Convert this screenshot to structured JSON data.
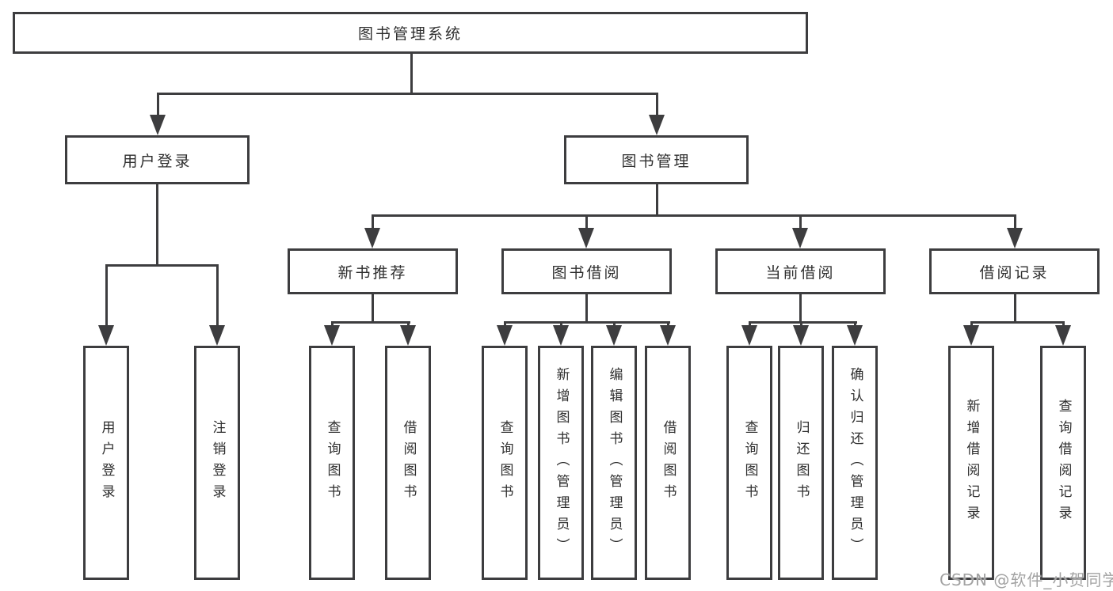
{
  "colors": {
    "background": "#ffffff",
    "line": "#3d3d3f",
    "box_border": "#3d3d3f",
    "text": "#2e2e2e",
    "watermark": "#a3a3a3"
  },
  "tree": {
    "root": {
      "label": "图书管理系统"
    },
    "branches": [
      {
        "label": "用户登录",
        "children": [
          {
            "label": "用户登录"
          },
          {
            "label": "注销登录"
          }
        ]
      },
      {
        "label": "图书管理",
        "children": [
          {
            "label": "新书推荐",
            "children": [
              {
                "label": "查询图书"
              },
              {
                "label": "借阅图书"
              }
            ]
          },
          {
            "label": "图书借阅",
            "children": [
              {
                "label": "查询图书"
              },
              {
                "label": "新增图书（管理员）"
              },
              {
                "label": "编辑图书（管理员）"
              },
              {
                "label": "借阅图书"
              }
            ]
          },
          {
            "label": "当前借阅",
            "children": [
              {
                "label": "查询图书"
              },
              {
                "label": "归还图书"
              },
              {
                "label": "确认归还（管理员）"
              }
            ]
          },
          {
            "label": "借阅记录",
            "children": [
              {
                "label": "新增借阅记录"
              },
              {
                "label": "查询借阅记录"
              }
            ]
          }
        ]
      }
    ]
  },
  "watermark": {
    "text": "CSDN @软件_小贺同学"
  }
}
